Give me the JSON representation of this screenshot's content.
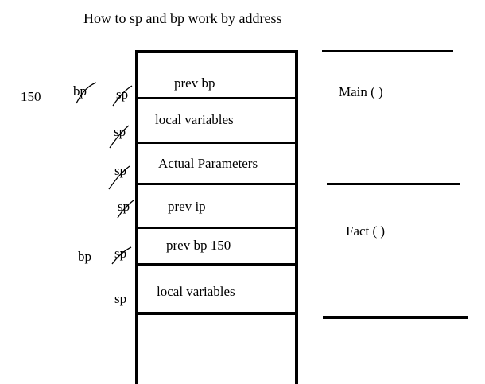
{
  "title": "How to sp and bp work by address",
  "stack": {
    "cells": [
      "prev bp",
      "local variables",
      "Actual Parameters",
      "prev ip",
      "prev bp 150",
      "local variables"
    ]
  },
  "frames": {
    "main_label": "Main ( )",
    "fact_label": "Fact ( )"
  },
  "left_labels": {
    "address": "150",
    "bp_old": "bp",
    "bp_current": "bp",
    "sp_marks": [
      "sp",
      "sp",
      "sp",
      "sp",
      "sp",
      "sp"
    ]
  }
}
